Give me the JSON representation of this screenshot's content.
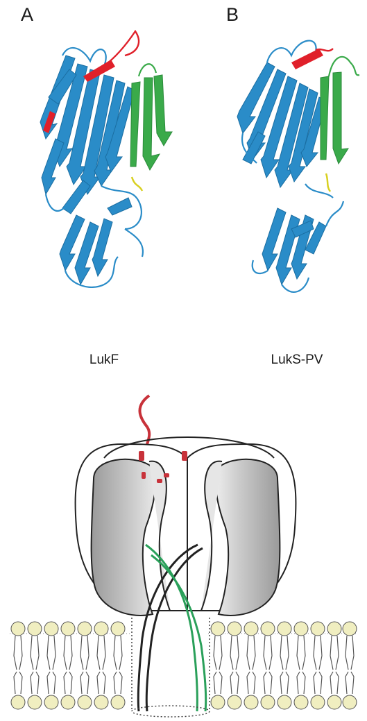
{
  "panels": [
    {
      "letter": "A",
      "caption": "LukF"
    },
    {
      "letter": "B",
      "caption": "LukS-PV"
    }
  ],
  "colors": {
    "beta_sheet": "#2a8cc8",
    "green_strand": "#3aaa4a",
    "red_region": "#e0202a",
    "hinge_yellow": "#d8d020",
    "pore_body": "#bfbfbf",
    "lipid_head": "#f0eec0"
  }
}
